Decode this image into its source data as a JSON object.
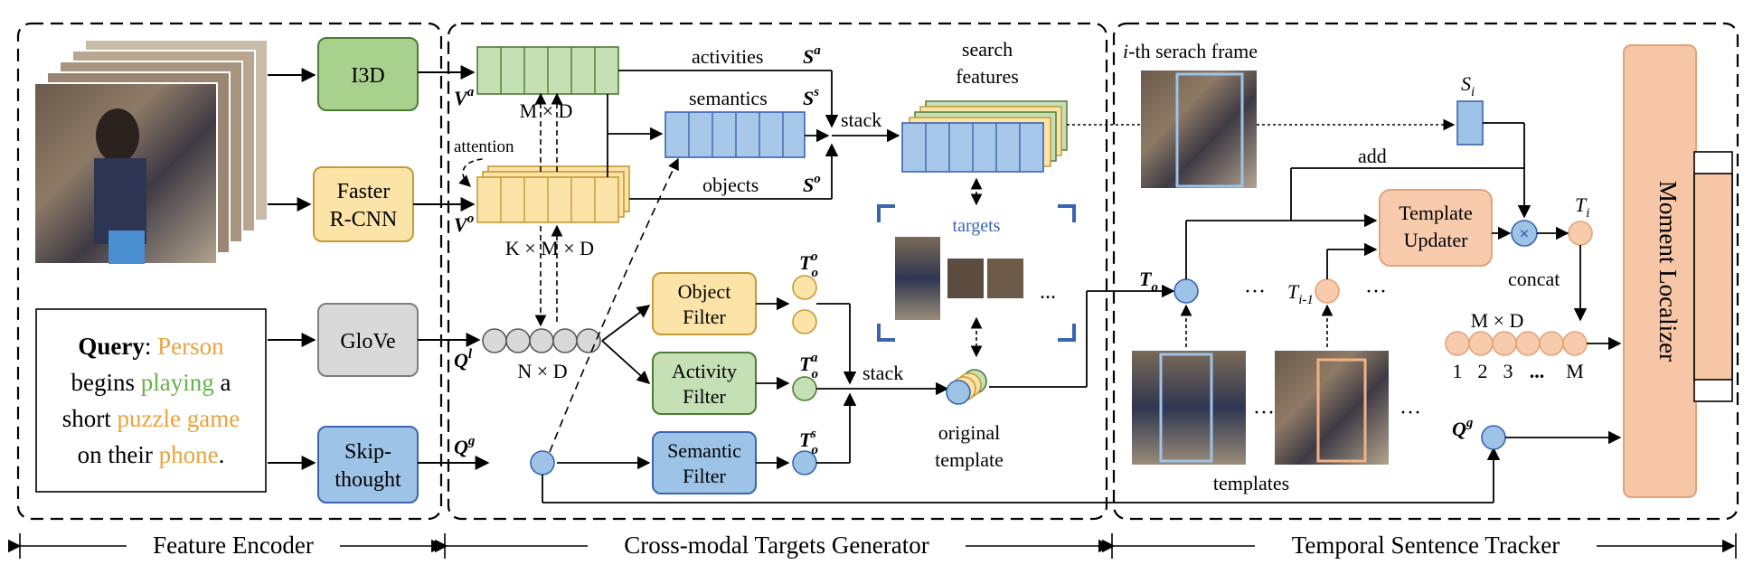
{
  "section_labels": {
    "encoder": "Feature Encoder",
    "generator": "Cross-modal Targets Generator",
    "tracker": "Temporal Sentence Tracker"
  },
  "encoder": {
    "i3d": "I3D",
    "faster_rcnn_line1": "Faster",
    "faster_rcnn_line2": "R-CNN",
    "glove": "GloVe",
    "skip_line1": "Skip-",
    "skip_line2": "thought"
  },
  "query": {
    "label": "Query",
    "colon": ": ",
    "w_person": "Person",
    "w_begins": "begins",
    "w_playing": "playing",
    "w_a": " a",
    "w_short": "short ",
    "w_puzzle": "puzzle game",
    "w_on": "on their ",
    "w_phone": "phone",
    "w_dot": "."
  },
  "generator": {
    "va": "V",
    "va_sup": "a",
    "vo": "V",
    "vo_sup": "o",
    "ql": "Q",
    "ql_sup": "l",
    "qg": "Q",
    "qg_sup": "g",
    "mxd": "M × D",
    "kmd": "K × M × D",
    "nxd": "N × D",
    "attention": "attention",
    "activities": "activities",
    "semantics": "semantics",
    "objects": "objects",
    "sa": "S",
    "sa_sup": "a",
    "ss": "S",
    "ss_sup": "s",
    "so": "S",
    "so_sup": "o",
    "stack1": "stack",
    "stack2": "stack",
    "search_features_1": "search",
    "search_features_2": "features",
    "targets": "targets",
    "ellipsis": "...",
    "object_filter_1": "Object",
    "object_filter_2": "Filter",
    "activity_filter_1": "Activity",
    "activity_filter_2": "Filter",
    "semantic_filter_1": "Semantic",
    "semantic_filter_2": "Filter",
    "to": "T",
    "to_sub": "o",
    "to_sup_o": "o",
    "to_sup_a": "a",
    "to_sup_s": "s",
    "original_template_1": "original",
    "original_template_2": "template"
  },
  "tracker": {
    "search_frame_i": "i",
    "search_frame_rest": "-th serach frame",
    "si": "S",
    "si_sub": "i",
    "add": "add",
    "template_updater_1": "Template",
    "template_updater_2": "Updater",
    "ti": "T",
    "ti_sub": "i",
    "concat": "concat",
    "to": "T",
    "to_sub": "o",
    "ti1": "T",
    "ti1_sub": "i-1",
    "dots": "···",
    "mxd": "M × D",
    "idx": [
      "1",
      "2",
      "3",
      "...",
      "M"
    ],
    "qg": "Q",
    "qg_sup": "g",
    "templates": "templates",
    "moment_localizer": "Moment Localizer"
  },
  "colors": {
    "green_box": "#a9d18e",
    "green_fill": "#c5e0b4",
    "yellow_box": "#f8d58a",
    "yellow_fill": "#fce4a8",
    "blue_box": "#9dc3e6",
    "blue_fill": "#a8c8ea",
    "grey_box": "#d9d9d9",
    "orange_box": "#f8cbad",
    "orange_fill": "#f4b183",
    "moment_fill": "#f6c6a6",
    "accent_blue": "#3a64b0"
  }
}
